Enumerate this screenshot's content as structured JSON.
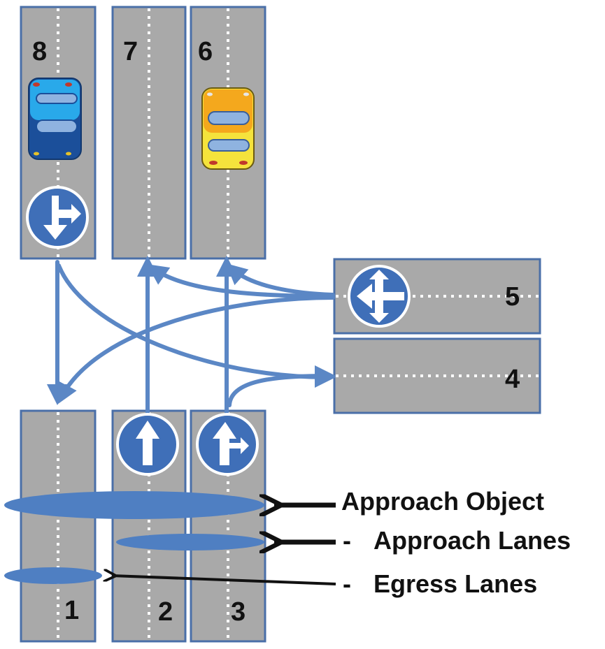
{
  "colors": {
    "lane_fill": "#a9a9a9",
    "lane_border": "#4a6fa8",
    "flow_arrow": "#5b87c5",
    "object_ellipse": "#5b87c5",
    "sign_fill": "#3f6fb8",
    "label_text": "#111111"
  },
  "lanes": {
    "l1": "1",
    "l2": "2",
    "l3": "3",
    "l4": "4",
    "l5": "5",
    "l6": "6",
    "l7": "7",
    "l8": "8"
  },
  "signs": {
    "lane8": "arrow-down-right-sign-icon",
    "lane5": "arrow-all-directions-sign-icon",
    "lane2": "arrow-straight-sign-icon",
    "lane3": "arrow-straight-right-sign-icon"
  },
  "vehicles": {
    "lane8": "blue-car-icon",
    "lane6": "yellow-car-icon"
  },
  "legend": {
    "approach_object": "Approach Object",
    "approach_lanes_dash": "-",
    "approach_lanes": "Approach Lanes",
    "egress_lanes_dash": "-",
    "egress_lanes": "Egress Lanes"
  }
}
